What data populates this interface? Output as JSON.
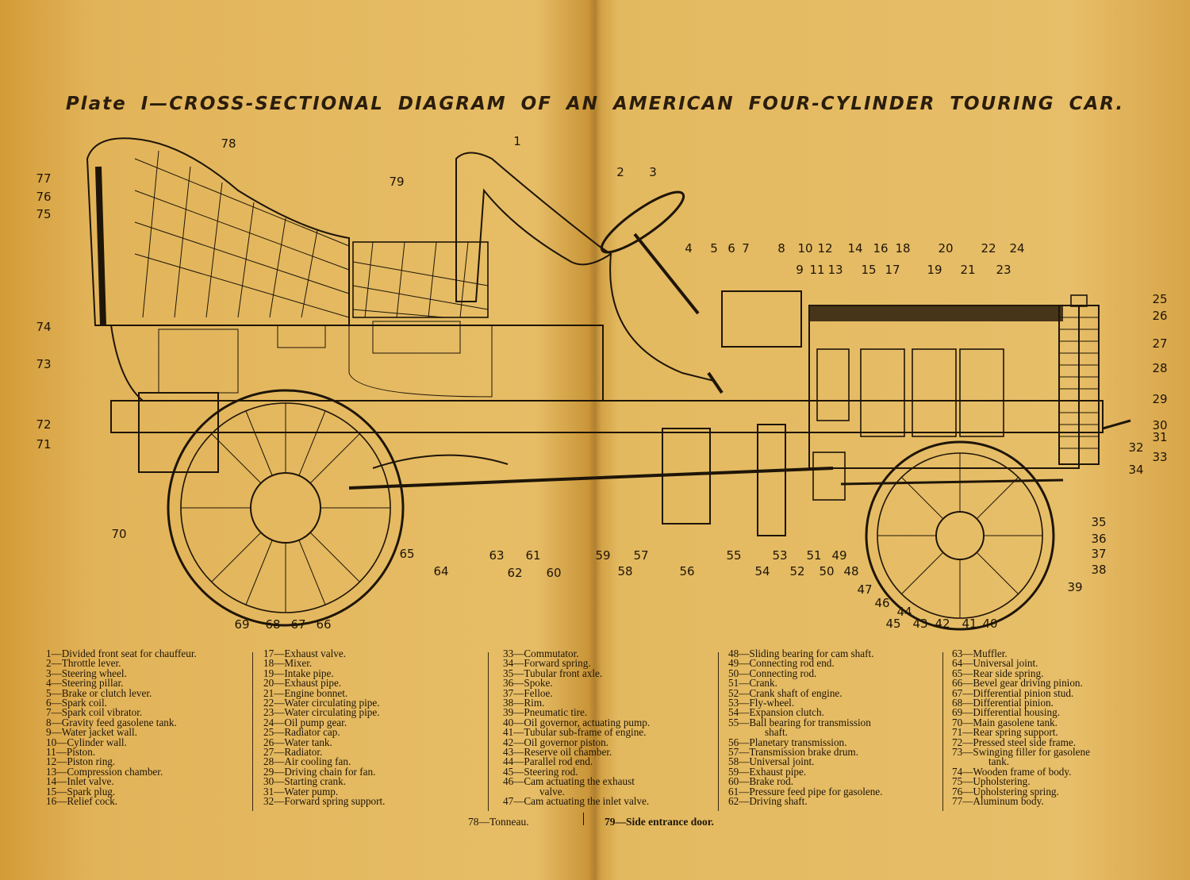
{
  "title": "Plate I—CROSS-SECTIONAL DIAGRAM OF AN AMERICAN FOUR-CYLINDER TOURING CAR.",
  "colors": {
    "paper": "#e6bd66",
    "ink": "#1e1508"
  },
  "callouts": [
    "1",
    "2",
    "3",
    "4",
    "5",
    "6",
    "7",
    "8",
    "9",
    "10",
    "11",
    "12",
    "13",
    "14",
    "15",
    "16",
    "17",
    "18",
    "19",
    "20",
    "21",
    "22",
    "23",
    "24",
    "25",
    "26",
    "27",
    "28",
    "29",
    "30",
    "31",
    "32",
    "33",
    "34",
    "35",
    "36",
    "37",
    "38",
    "39",
    "40",
    "41",
    "42",
    "43",
    "44",
    "45",
    "46",
    "47",
    "48",
    "49",
    "50",
    "51",
    "52",
    "53",
    "54",
    "55",
    "56",
    "57",
    "58",
    "59",
    "60",
    "61",
    "62",
    "63",
    "64",
    "65",
    "66",
    "67",
    "68",
    "69",
    "70",
    "71",
    "72",
    "73",
    "74",
    "75",
    "76",
    "77",
    "78",
    "79"
  ],
  "legend": {
    "col1": [
      "1—Divided front seat for chauffeur.",
      "2—Throttle lever.",
      "3—Steering wheel.",
      "4—Steering pillar.",
      "5—Brake or clutch lever.",
      "6—Spark coil.",
      "7—Spark coil vibrator.",
      "8—Gravity feed gasolene tank.",
      "9—Water jacket wall.",
      "10—Cylinder wall.",
      "11—Piston.",
      "12—Piston ring.",
      "13—Compression chamber.",
      "14—Inlet valve.",
      "15—Spark plug.",
      "16—Relief cock."
    ],
    "col2": [
      "17—Exhaust valve.",
      "18—Mixer.",
      "19—Intake pipe.",
      "20—Exhaust pipe.",
      "21—Engine bonnet.",
      "22—Water circulating pipe.",
      "23—Water circulating pipe.",
      "24—Oil pump gear.",
      "25—Radiator cap.",
      "26—Water tank.",
      "27—Radiator.",
      "28—Air cooling fan.",
      "29—Driving chain for fan.",
      "30—Starting crank.",
      "31—Water pump.",
      "32—Forward spring support."
    ],
    "col3": [
      "33—Commutator.",
      "34—Forward spring.",
      "35—Tubular front axle.",
      "36—Spoke.",
      "37—Felloe.",
      "38—Rim.",
      "39—Pneumatic tire.",
      "40—Oil governor, actuating pump.",
      "41—Tubular sub-frame of engine.",
      "42—Oil governor piston.",
      "43—Reserve oil chamber.",
      "44—Parallel rod end.",
      "45—Steering rod.",
      "46—Cam actuating the exhaust",
      "valve.",
      "47—Cam actuating the inlet valve."
    ],
    "col4": [
      "48—Sliding bearing for cam shaft.",
      "49—Connecting rod end.",
      "50—Connecting rod.",
      "51—Crank.",
      "52—Crank shaft of engine.",
      "53—Fly-wheel.",
      "54—Expansion clutch.",
      "55—Ball bearing for transmission",
      "shaft.",
      "56—Planetary transmission.",
      "57—Transmission brake drum.",
      "58—Universal joint.",
      "59—Exhaust pipe.",
      "60—Brake rod.",
      "61—Pressure feed pipe for gasolene.",
      "62—Driving shaft."
    ],
    "col5": [
      "63—Muffler.",
      "64—Universal joint.",
      "65—Rear side spring.",
      "66—Bevel gear driving pinion.",
      "67—Differential pinion stud.",
      "68—Differential pinion.",
      "69—Differential housing.",
      "70—Main gasolene tank.",
      "71—Rear spring support.",
      "72—Pressed steel side frame.",
      "73—Swinging filler for gasolene",
      "tank.",
      "74—Wooden frame of body.",
      "75—Upholstering.",
      "76—Upholstering spring.",
      "77—Aluminum body."
    ]
  },
  "footer": {
    "left": "78—Tonneau.",
    "right": "79—Side entrance door."
  }
}
